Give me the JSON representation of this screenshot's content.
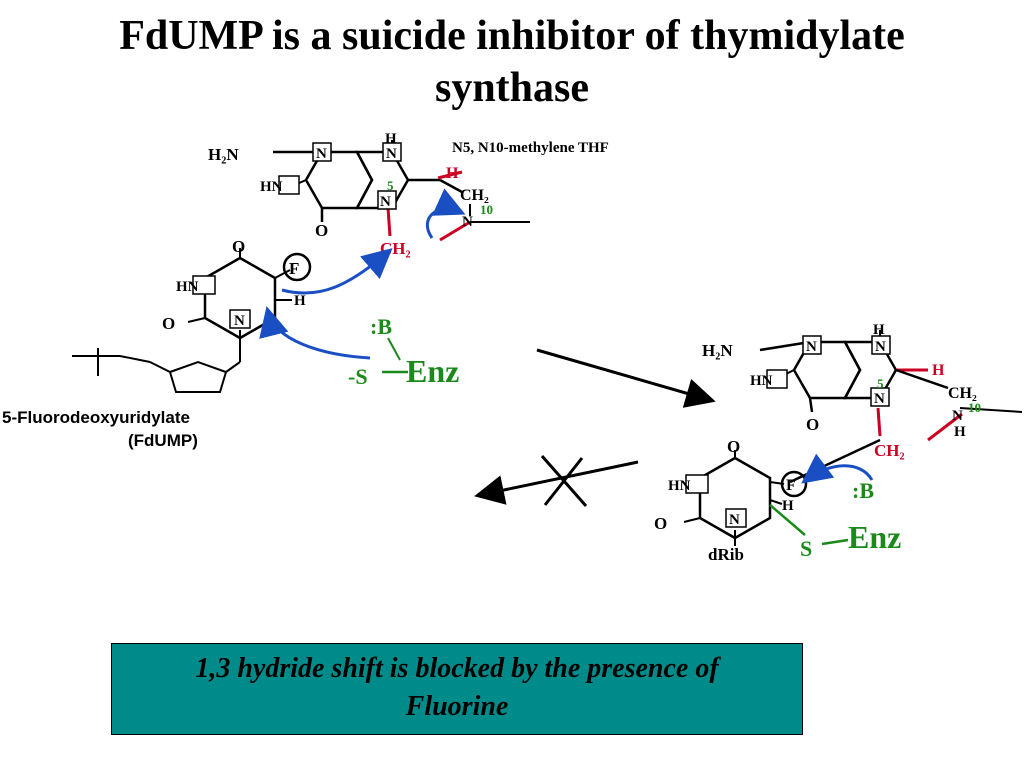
{
  "slide": {
    "title_line1": "FdUMP is a suicide inhibitor of thymidylate",
    "title_line2": "synthase"
  },
  "scheme": {
    "cofactor_label": "N5, N10-methylene THF",
    "drug_name_line1": "5-Fluorodeoxyuridylate",
    "drug_name_line2": "(FdUMP)",
    "atoms": {
      "h2n": "H₂N",
      "hn": "HN",
      "n": "N",
      "h": "H",
      "o": "O",
      "f": "F",
      "ch2": "CH₂",
      "n5_locant": "5",
      "n10_locant": "10",
      "base": ":B",
      "thiolate": "-S",
      "enz": "Enz",
      "s": "S",
      "drib": "dRib"
    },
    "colors": {
      "methylene_red": "#cc0022",
      "enzyme_green": "#1a8a1a",
      "arrow_blue": "#1a4fc4"
    }
  },
  "caption": {
    "line1": "1,3 hydride shift is blocked by the presence of",
    "line2": "Fluorine"
  }
}
